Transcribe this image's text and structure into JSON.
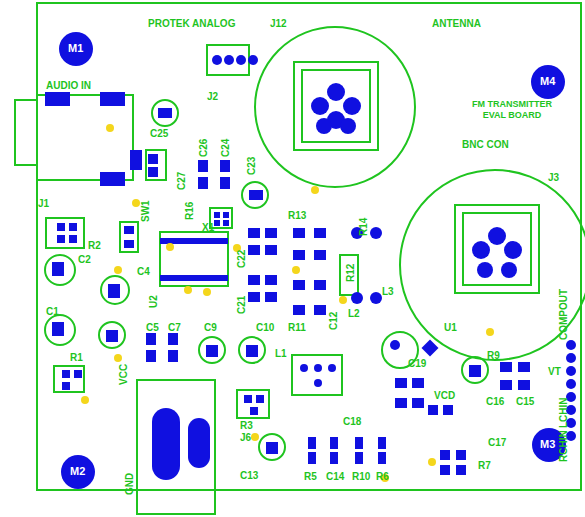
{
  "diagram": {
    "title": "FM TRANSMITTER EVAL BOARD",
    "labels": [
      "PROTEK ANALOG",
      "J12",
      "ANTENNA",
      "M1",
      "M4",
      "AUDIO IN",
      "J2",
      "C25",
      "BNC CON",
      "J3",
      "C27",
      "C26",
      "C24",
      "C23",
      "J1",
      "SW1",
      "R16",
      "X1",
      "R13",
      "R14",
      "R12",
      "R2",
      "C2",
      "C4",
      "U2",
      "C22",
      "C21",
      "R11",
      "L2",
      "L3",
      "C1",
      "C5",
      "C7",
      "C9",
      "C10",
      "L1",
      "R1",
      "COMPOUT",
      "U1",
      "C19",
      "VT",
      "R9",
      "C16",
      "C15",
      "VCD",
      "C17",
      "R7",
      "M3",
      "M2",
      "VCC",
      "GND",
      "R3",
      "J6",
      "C13",
      "C18",
      "R5",
      "C14",
      "R10",
      "R6",
      "RCHIN",
      "LCHIN",
      "C12"
    ]
  }
}
